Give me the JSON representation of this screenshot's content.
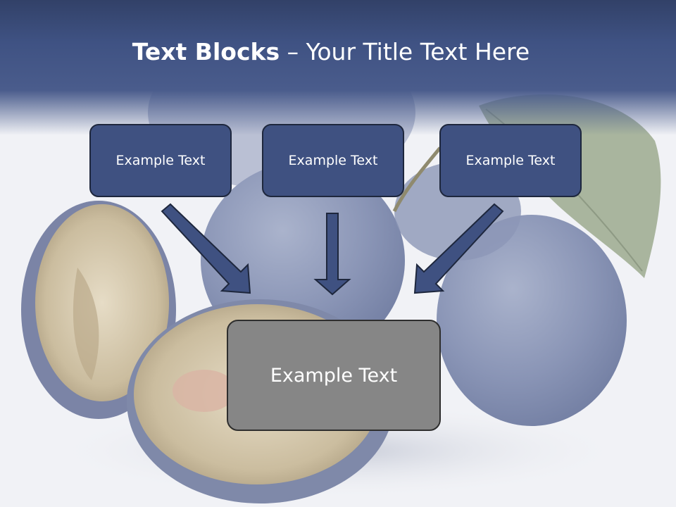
{
  "slide": {
    "title_bold": "Text Blocks",
    "title_dash": " – ",
    "title_rest": "Your Title Text Here",
    "top_blocks": [
      {
        "label": "Example Text"
      },
      {
        "label": "Example Text"
      },
      {
        "label": "Example Text"
      }
    ],
    "bottom_block": {
      "label": "Example Text"
    }
  },
  "colors": {
    "title_band": "#3f5283",
    "block_fill": "#3f5181",
    "block_border": "#1e273d",
    "bottom_block_fill": "#868686",
    "arrow_fill": "#3f5181"
  },
  "background_icon": "plums-photo"
}
